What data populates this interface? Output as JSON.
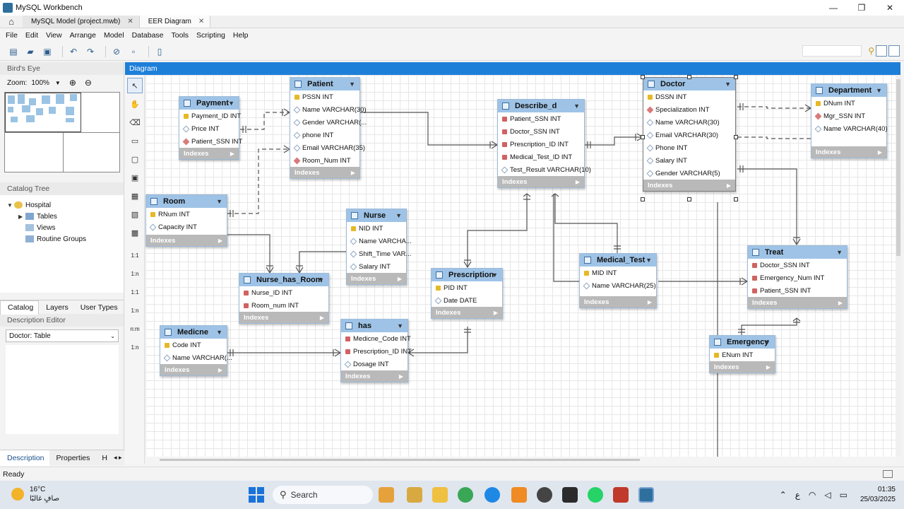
{
  "window": {
    "title": "MySQL Workbench",
    "minimize": "—",
    "maximize": "❐",
    "close": "✕"
  },
  "tabs": [
    {
      "label": "MySQL Model (project.mwb)",
      "close": "✕"
    },
    {
      "label": "EER Diagram",
      "close": "✕"
    }
  ],
  "menu": [
    "File",
    "Edit",
    "View",
    "Arrange",
    "Model",
    "Database",
    "Tools",
    "Scripting",
    "Help"
  ],
  "left": {
    "birds_eye": "Bird's Eye",
    "zoom_label": "Zoom:",
    "zoom_value": "100%",
    "catalog_tree": "Catalog Tree",
    "tree": {
      "root": "Hospital",
      "items": [
        "Tables",
        "Views",
        "Routine Groups"
      ]
    },
    "tabs": [
      "Catalog",
      "Layers",
      "User Types"
    ],
    "description_editor": "Description Editor",
    "description_select": "Doctor: Table",
    "bottom_tabs": [
      "Description",
      "Properties",
      "H"
    ]
  },
  "diagram": {
    "label": "Diagram"
  },
  "palette_relations": [
    "1:1",
    "1:n",
    "1:1",
    "1:n",
    "n:m",
    "1:n"
  ],
  "entities": {
    "payment": {
      "name": "Payment",
      "cols": [
        "Payment_ID INT",
        "Price INT",
        "Patient_SSN INT"
      ],
      "indexes": "Indexes"
    },
    "patient": {
      "name": "Patient",
      "cols": [
        "PSSN INT",
        "Name VARCHAR(30)",
        "Gender VARCHAR(...",
        "phone INT",
        "Email VARCHAR(35)",
        "Room_Num INT"
      ],
      "indexes": "Indexes"
    },
    "describe_d": {
      "name": "Describe_d",
      "cols": [
        "Patient_SSN INT",
        "Doctor_SSN INT",
        "Prescription_ID INT",
        "Medical_Test_ID INT",
        "Test_Result VARCHAR(10)"
      ],
      "indexes": "Indexes"
    },
    "doctor": {
      "name": "Doctor",
      "cols": [
        "DSSN INT",
        "Specialization INT",
        "Name VARCHAR(30)",
        "Email VARCHAR(30)",
        "Phone INT",
        "Salary INT",
        "Gender VARCHAR(5)"
      ],
      "indexes": "Indexes"
    },
    "department": {
      "name": "Department",
      "cols": [
        "DNum INT",
        "Mgr_SSN INT",
        "Name VARCHAR(40)"
      ],
      "indexes": "Indexes"
    },
    "room": {
      "name": "Room",
      "cols": [
        "RNum INT",
        "Capacity INT"
      ],
      "indexes": "Indexes"
    },
    "nurse": {
      "name": "Nurse",
      "cols": [
        "NID INT",
        "Name VARCHA...",
        "Shift_Time VAR...",
        "Salary INT"
      ],
      "indexes": "Indexes"
    },
    "nurse_has_room": {
      "name": "Nurse_has_Room",
      "cols": [
        "Nurse_ID INT",
        "Room_num INT"
      ],
      "indexes": "Indexes"
    },
    "prescription": {
      "name": "Prescription",
      "cols": [
        "PID INT",
        "Date DATE"
      ],
      "indexes": "Indexes"
    },
    "medical_test": {
      "name": "Medical_Test",
      "cols": [
        "MID INT",
        "Name VARCHAR(25)"
      ],
      "indexes": "Indexes"
    },
    "treat": {
      "name": "Treat",
      "cols": [
        "Doctor_SSN INT",
        "Emergency_Num INT",
        "Patient_SSN INT"
      ],
      "indexes": "Indexes"
    },
    "medicne": {
      "name": "Medicne",
      "cols": [
        "Code INT",
        "Name VARCHAR(..."
      ],
      "indexes": "Indexes"
    },
    "has": {
      "name": "has",
      "cols": [
        "Medicne_Code INT",
        "Prescription_ID INT",
        "Dosage INT"
      ],
      "indexes": "Indexes"
    },
    "emergency": {
      "name": "Emergency",
      "cols": [
        "ENum INT"
      ],
      "indexes": "Indexes"
    }
  },
  "status": {
    "text": "Ready"
  },
  "taskbar": {
    "temp": "16°C",
    "weather_text": "صافٍ غالبًا",
    "search": "Search",
    "lang": "ع",
    "time": "01:35",
    "date": "25/03/2025"
  },
  "colors": {
    "accent": "#1e7fd9",
    "entity_header": "#9ec3e6",
    "indexes": "#b9b9b9"
  }
}
